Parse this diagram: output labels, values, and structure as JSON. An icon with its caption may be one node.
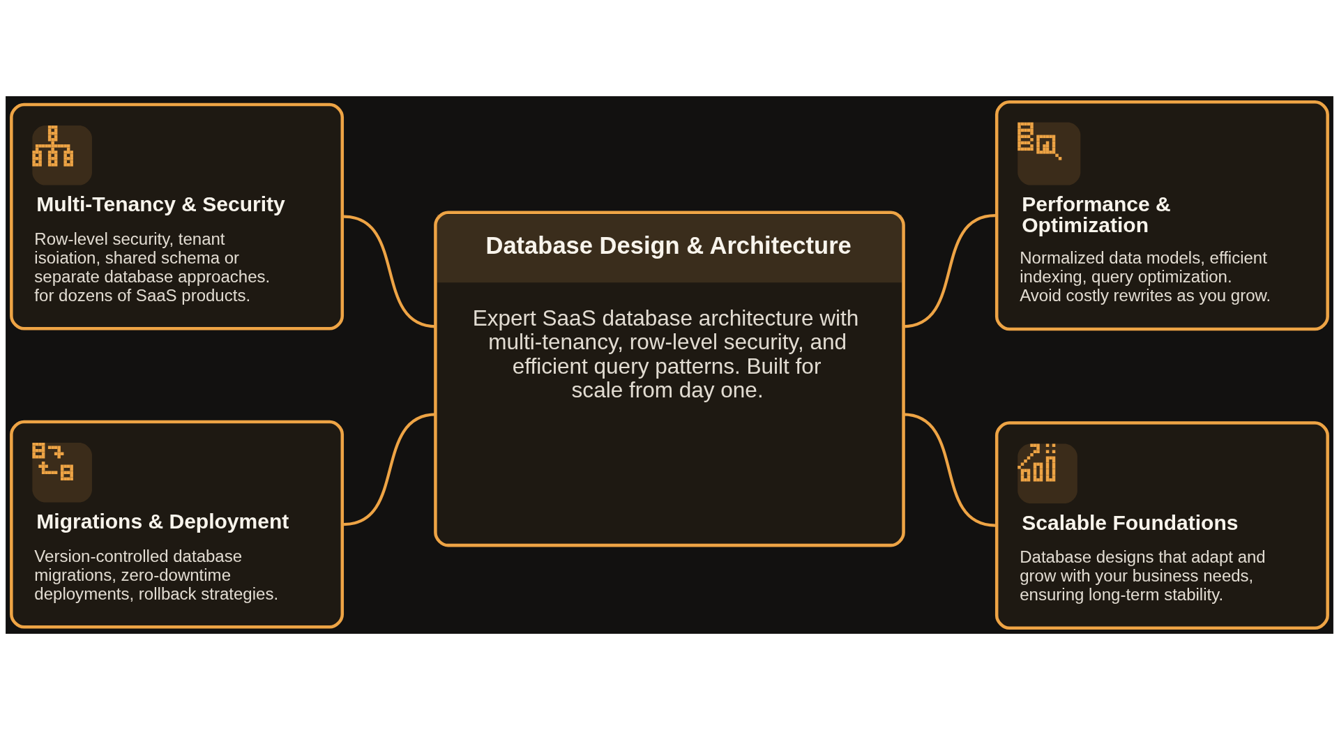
{
  "diagram": {
    "nodes": [
      {
        "text": [
          "Multi-Tenancy & Security",
          "Row-level security, tenant isoiation, shared schema or separate database approaches. for dozens of SaaS products."
        ]
      },
      {
        "text": [
          "Performance & Optimization",
          "Normalized data models, efficient indexing, query optimization. Avoid costly rewrites as you grow."
        ]
      },
      {
        "text": [
          "Database Design & Architecture",
          "Expert SaaS database architecture with multi-tenancy, row-level security, and efficient query patterns. Built for scale from day one."
        ]
      },
      {
        "text": [
          "Migrations & Deployment",
          "Version-controlled database migrations, zero-downtime deployments, rollback strategies."
        ]
      },
      {
        "text": [
          "Scalable Foundations",
          "Database designs that adapt and grow with your business needs, ensuring long-term stability."
        ]
      }
    ],
    "edges": [
      {
        "from": 0,
        "to": 2,
        "arrow": "none"
      },
      {
        "from": 2,
        "to": 1,
        "arrow": "none"
      },
      {
        "from": 3,
        "to": 2,
        "arrow": "none"
      },
      {
        "from": 2,
        "to": 4,
        "arrow": "none"
      }
    ]
  }
}
